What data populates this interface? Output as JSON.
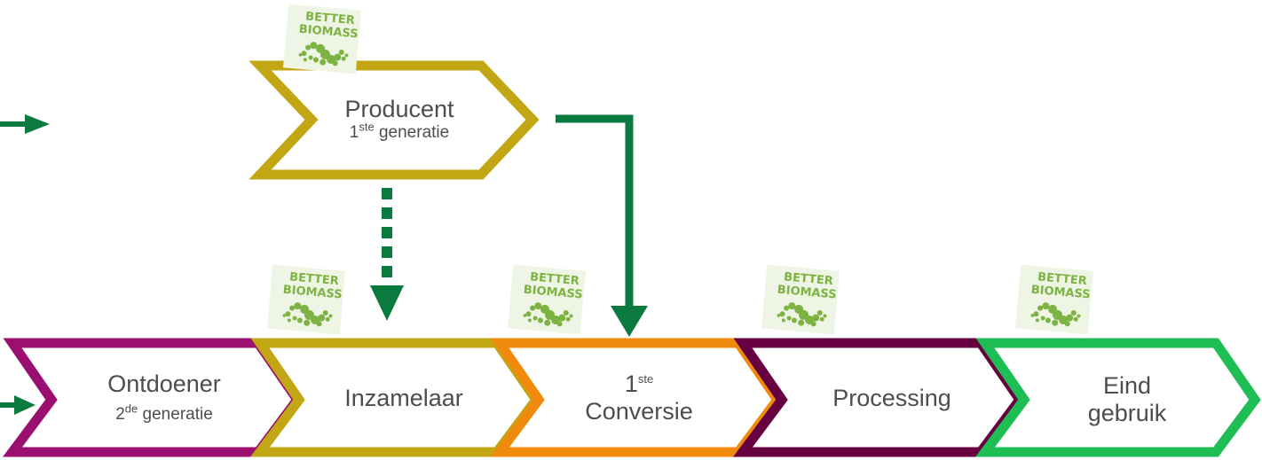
{
  "colors": {
    "arrow_green": "#0b7a3e",
    "olive": "#c2a614",
    "magenta": "#9b0f6e",
    "orange": "#f08a0c",
    "plum": "#660041",
    "bright_green": "#1fbe55",
    "logo_green": "#7cb342",
    "text": "#4d4d4d"
  },
  "logo": {
    "line1": "BETTER",
    "line2": "BIOMASS",
    "icon": "dotted-circle-icon"
  },
  "producent": {
    "title": "Producent",
    "ordinal_num": "1",
    "ordinal_sup": "ste",
    "sub": "generatie"
  },
  "chain": [
    {
      "id": "ontdoener",
      "line1": "Ontdoener",
      "ordinal_num": "2",
      "ordinal_sup": "de",
      "sub": "generatie"
    },
    {
      "id": "inzamelaar",
      "title": "Inzamelaar"
    },
    {
      "id": "conversie",
      "ordinal_num": "1",
      "ordinal_sup": "ste",
      "title": "Conversie"
    },
    {
      "id": "processing",
      "title": "Processing"
    },
    {
      "id": "eind",
      "line1": "Eind",
      "line2": "gebruik"
    }
  ]
}
